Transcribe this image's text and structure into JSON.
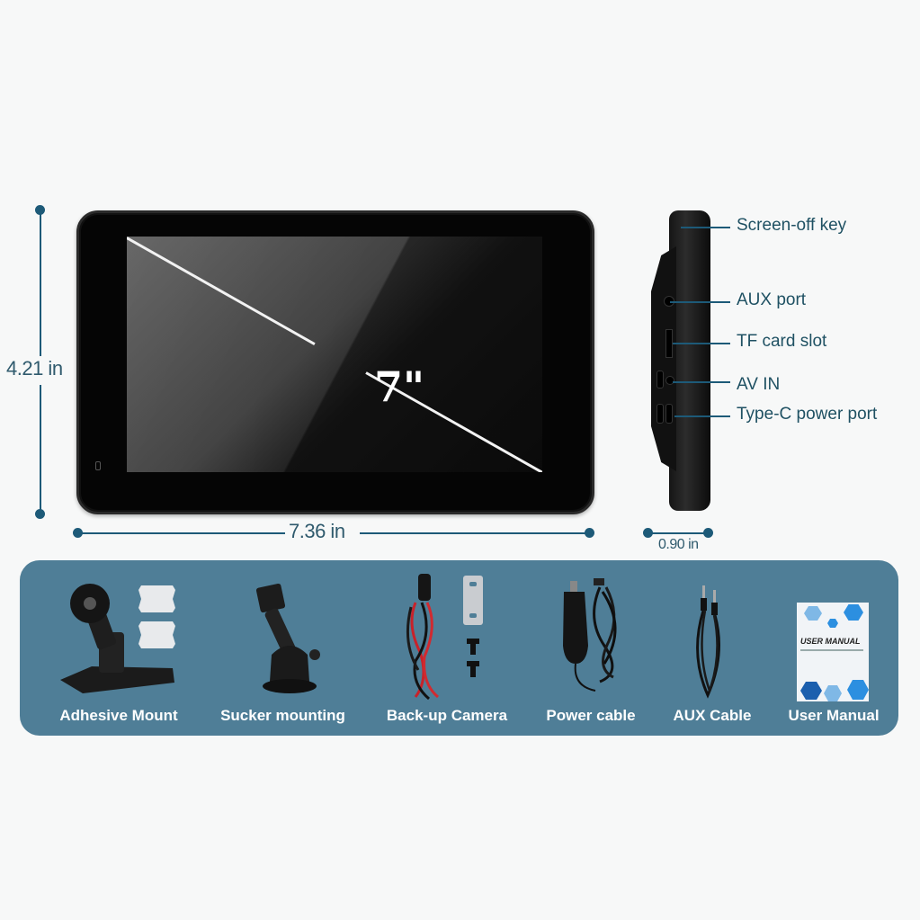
{
  "product": {
    "screen_size_label": "7\"",
    "dimensions": {
      "height": "4.21 in",
      "width": "7.36 in",
      "depth": "0.90 in"
    }
  },
  "side_view": {
    "callouts": [
      {
        "label": "Screen-off key"
      },
      {
        "label": "AUX port"
      },
      {
        "label": "TF card slot"
      },
      {
        "label": "AV IN"
      },
      {
        "label": "Type-C power port"
      }
    ]
  },
  "accessories": {
    "items": [
      {
        "label": "Adhesive Mount",
        "icon": "adhesive-mount-icon"
      },
      {
        "label": "Sucker mounting",
        "icon": "suction-mount-icon"
      },
      {
        "label": "Back-up Camera",
        "icon": "backup-camera-cable-icon"
      },
      {
        "label": "Power cable",
        "icon": "car-charger-cable-icon"
      },
      {
        "label": "AUX Cable",
        "icon": "aux-cable-icon"
      },
      {
        "label": "User Manual",
        "icon": "user-manual-icon"
      }
    ],
    "manual_cover_title": "USER MANUAL"
  },
  "colors": {
    "accent": "#1d5a78",
    "panel": "#4f7e97",
    "text": "#1f5163"
  }
}
